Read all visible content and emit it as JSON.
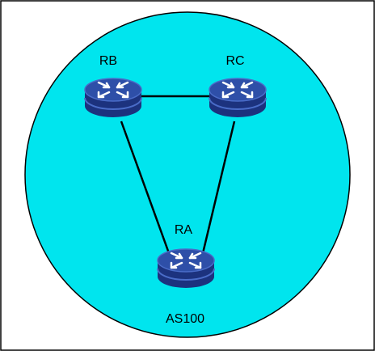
{
  "diagram": {
    "area_label": "AS100",
    "routers": [
      {
        "id": "RB",
        "label": "RB"
      },
      {
        "id": "RC",
        "label": "RC"
      },
      {
        "id": "RA",
        "label": "RA"
      }
    ],
    "links": [
      {
        "from": "RB",
        "to": "RC"
      },
      {
        "from": "RB",
        "to": "RA"
      },
      {
        "from": "RC",
        "to": "RA"
      }
    ]
  },
  "colors": {
    "area_fill": "#00E5EE",
    "router_top": "#2E4FA8",
    "router_body": "#1C327E",
    "router_rim": "#4A6CC8",
    "arrow": "#FFFFFF",
    "link": "#000000",
    "frame": "#000000"
  }
}
